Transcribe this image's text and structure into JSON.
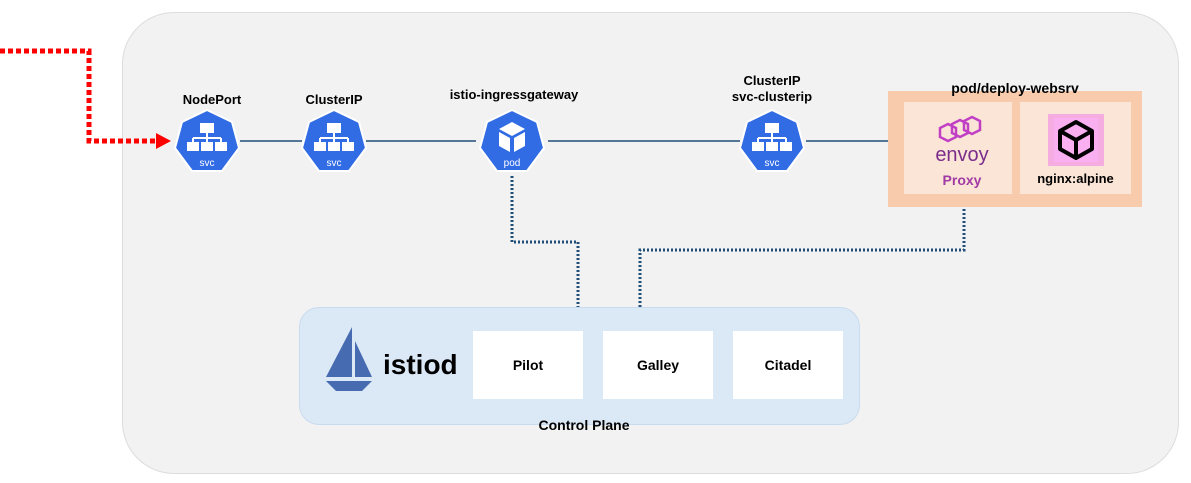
{
  "nodes": {
    "nodeport": {
      "label": "NodePort",
      "icon_text": "svc"
    },
    "clusterip": {
      "label": "ClusterIP",
      "icon_text": "svc"
    },
    "ingressgateway": {
      "label": "istio-ingressgateway",
      "icon_text": "pod"
    },
    "svc_clusterip": {
      "label_line1": "ClusterIP",
      "label_line2": "svc-clusterip",
      "icon_text": "svc"
    }
  },
  "pod": {
    "title": "pod/deploy-websrv",
    "proxy": {
      "brand": "envoy",
      "label": "Proxy"
    },
    "app": {
      "label": "nginx:alpine"
    }
  },
  "control_plane": {
    "name": "istiod",
    "components": [
      "Pilot",
      "Galley",
      "Citadel"
    ],
    "label": "Control Plane"
  },
  "colors": {
    "kube_blue": "#326ce5",
    "ingress_arrow": "#ff0000",
    "dotted_link": "#1f4e79",
    "pod_outer": "#f8cbad",
    "pod_inner": "#fbe5d6",
    "control_plane_bg": "#dbe8f6",
    "envoy_purple": "#c13fc5"
  }
}
